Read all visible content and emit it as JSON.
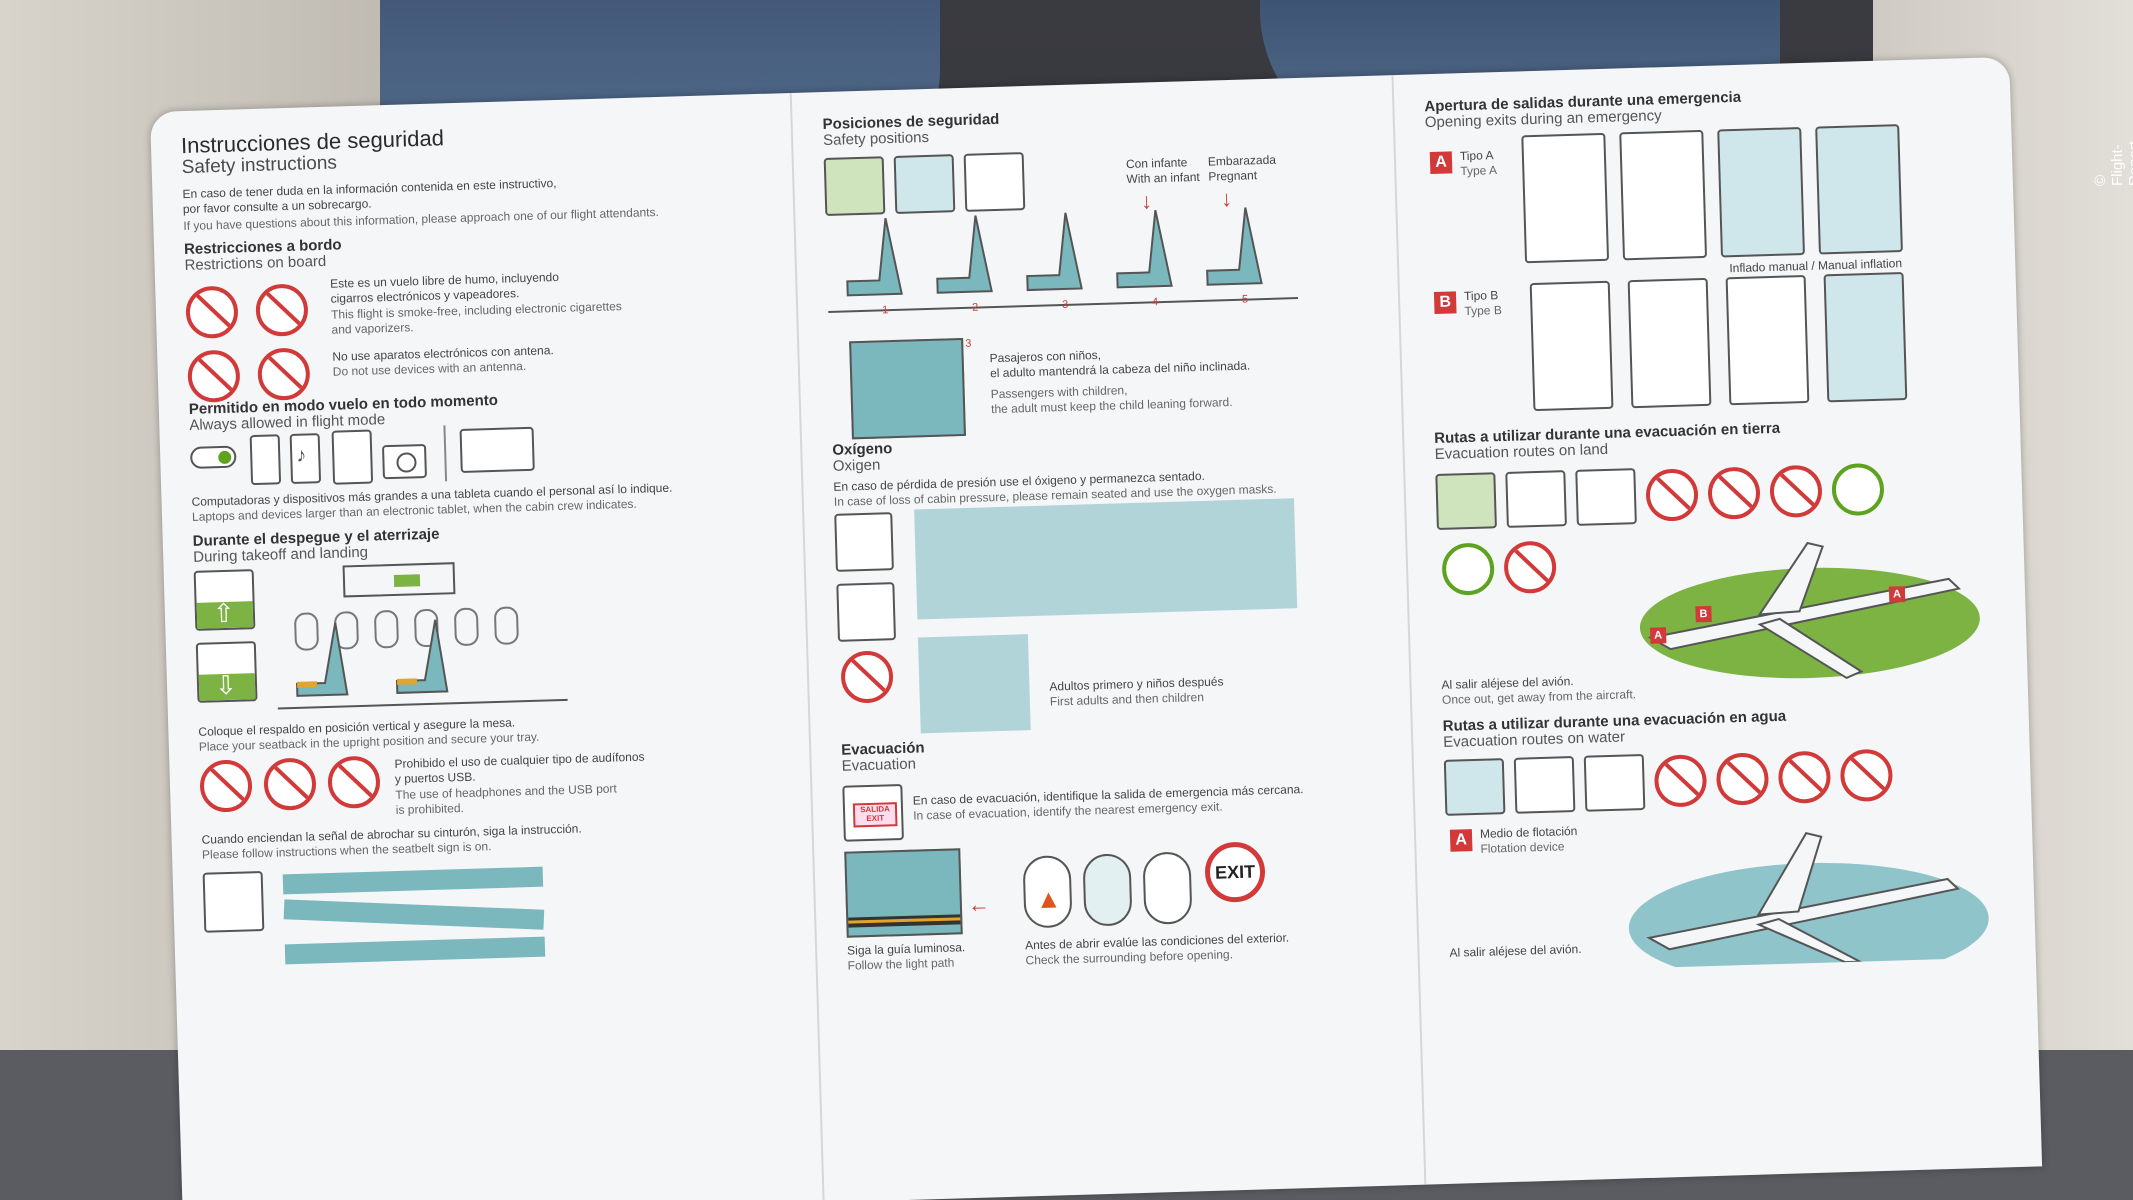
{
  "watermark": "© Flight-Report - Jarvis",
  "panel_left": {
    "title": "Instrucciones de seguridad",
    "subtitle": "Safety instructions",
    "intro_es": "En caso de tener duda en la información contenida en este instructivo,",
    "intro_es2": "por favor consulte a un sobrecargo.",
    "intro_en": "If you have questions about this information, please approach one of our flight attendants.",
    "restrictions_title": "Restricciones a bordo",
    "restrictions_subtitle": "Restrictions on board",
    "smoke_es": "Este es un vuelo libre de humo, incluyendo",
    "smoke_es2": "cigarros electrónicos y vapeadores.",
    "smoke_en": "This flight is smoke-free, including electronic cigarettes",
    "smoke_en2": "and vaporizers.",
    "antenna_es": "No use aparatos electrónicos con antena.",
    "antenna_en": "Do not use devices with an antenna.",
    "allowed_title": "Permitido en modo vuelo en todo momento",
    "allowed_subtitle": "Always allowed in flight mode",
    "computers_es": "Computadoras y dispositivos más grandes a una tableta cuando el personal así lo indique.",
    "computers_en": "Laptops and devices larger than an electronic tablet, when the cabin crew indicates.",
    "takeoff_title": "Durante el despegue y el aterrizaje",
    "takeoff_subtitle": "During takeoff and landing",
    "seatback_es": "Coloque el respaldo en posición vertical y asegure la mesa.",
    "seatback_en": "Place your seatback in the upright position and secure your tray.",
    "headphones_es": "Prohibido el uso de cualquier tipo de audífonos",
    "headphones_es2": "y puertos USB.",
    "headphones_en": "The use of headphones and the USB port",
    "headphones_en2": "is prohibited.",
    "seatbelt_es": "Cuando enciendan la señal de abrochar su cinturón, siga la instrucción.",
    "seatbelt_en": "Please follow instructions when the seatbelt sign is on."
  },
  "panel_mid": {
    "positions_title": "Posiciones de seguridad",
    "positions_subtitle": "Safety positions",
    "infant_es": "Con infante",
    "infant_en": "With an infant",
    "pregnant_es": "Embarazada",
    "pregnant_en": "Pregnant",
    "position_numbers": [
      "1",
      "2",
      "3",
      "4",
      "5"
    ],
    "child_step": "3",
    "children_es": "Pasajeros con niños,",
    "children_es2": "el adulto mantendrá la cabeza del niño inclinada.",
    "children_en": "Passengers with children,",
    "children_en2": "the adult must keep the child leaning forward.",
    "oxygen_title": "Oxígeno",
    "oxygen_subtitle": "Oxigen",
    "oxygen_es": "En caso de pérdida de presión use el óxigeno y permanezca sentado.",
    "oxygen_en": "In case of loss of cabin pressure, please remain seated and use the oxygen masks.",
    "adults_es": "Adultos primero y niños después",
    "adults_en": "First adults and then children",
    "evac_title": "Evacuación",
    "evac_subtitle": "Evacuation",
    "evac_es": "En caso de evacuación, identifique la salida de emergencia más cercana.",
    "evac_en": "In case of evacuation, identify the nearest emergency exit.",
    "exit_sign_es": "SALIDA",
    "exit_sign_en": "EXIT",
    "lightpath_es": "Siga la guía luminosa.",
    "lightpath_en": "Follow the light path",
    "outside_es": "Antes de abrir evalúe las condiciones del exterior.",
    "outside_en": "Check the surrounding before opening.",
    "exit_big": "EXIT"
  },
  "panel_right": {
    "opening_title": "Apertura de salidas durante una emergencia",
    "opening_subtitle": "Opening exits during an emergency",
    "type_a_badge": "A",
    "type_a_es": "Tipo A",
    "type_a_en": "Type A",
    "manual_inflation": "Inflado manual / Manual inflation",
    "type_b_badge": "B",
    "type_b_es": "Tipo B",
    "type_b_en": "Type B",
    "land_title": "Rutas a utilizar durante una evacuación en tierra",
    "land_subtitle": "Evacuation routes on land",
    "land_es": "Al salir aléjese del avión.",
    "land_en": "Once out, get away from the aircraft.",
    "water_title": "Rutas a utilizar durante una evacuación en agua",
    "water_subtitle": "Evacuation routes on water",
    "flotation_badge": "A",
    "flotation_es": "Medio de flotación",
    "flotation_en": "Flotation device",
    "water_es": "Al salir aléjese del avión.",
    "plane_labels": [
      "A",
      "B",
      "A"
    ]
  }
}
